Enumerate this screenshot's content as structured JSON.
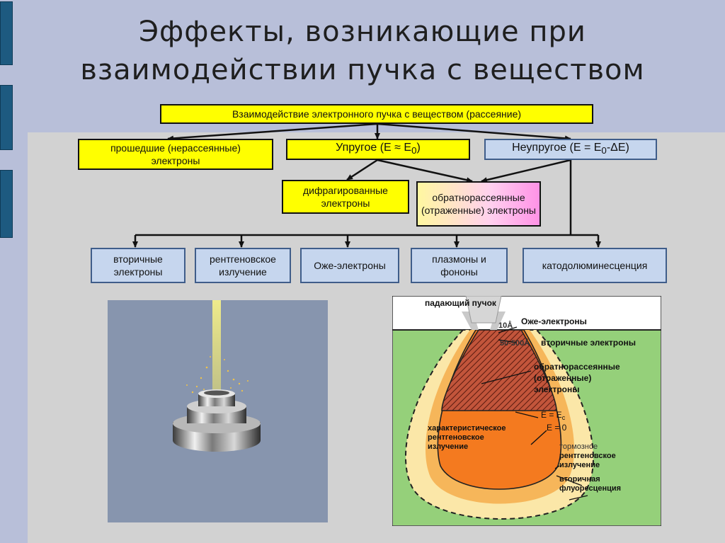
{
  "title": {
    "line1": "Эффекты, возникающие при",
    "line2": "взаимодействии пучка с веществом"
  },
  "root": "Взаимодействие электронного пучка с веществом (рассеяние)",
  "level1": {
    "transmitted": "прошедшие (нерассеянные) электроны",
    "elastic_prefix": "Упругое (E ≈ E",
    "elastic_sub": "0",
    "elastic_suffix": ")",
    "inelastic_prefix": "Неупругое (E = E",
    "inelastic_sub": "0",
    "inelastic_suffix": "-ΔE)"
  },
  "level2": {
    "diffracted": "дифрагированные электроны",
    "backscattered": "обратнорассеянные (отраженные) электроны"
  },
  "level3": [
    "вторичные электроны",
    "рентгеновское излучение",
    "Оже-электроны",
    "плазмоны и фононы",
    "катодолюминесценция"
  ],
  "schema": {
    "incident_beam": "падающий пучок",
    "depth_10": "10Å",
    "auger": "Оже-электроны",
    "depth_50_500": "50-500Å",
    "secondary": "вторичные электроны",
    "backscattered_1": "обратнорассеянные",
    "backscattered_2": "(отраженные)",
    "backscattered_3": "электроны",
    "e_ec_prefix": "E = E",
    "e_ec_sub": "c",
    "e_zero": "E = 0",
    "char_1": "характеристическое",
    "char_2": "рентгеновское",
    "char_3": "излучение",
    "brems_1": "тормозное",
    "brems_2": "рентгеновское",
    "brems_3": "излучение",
    "fluor_1": "вторичная",
    "fluor_2": "флуоресценция"
  },
  "colors": {
    "background": "#b8bfd9",
    "panel": "#d2d2d2",
    "yellow_box": "#ffff00",
    "blue_box": "#c6d6ee",
    "schema_green": "#95d07a",
    "schema_orange": "#f47a1f"
  }
}
